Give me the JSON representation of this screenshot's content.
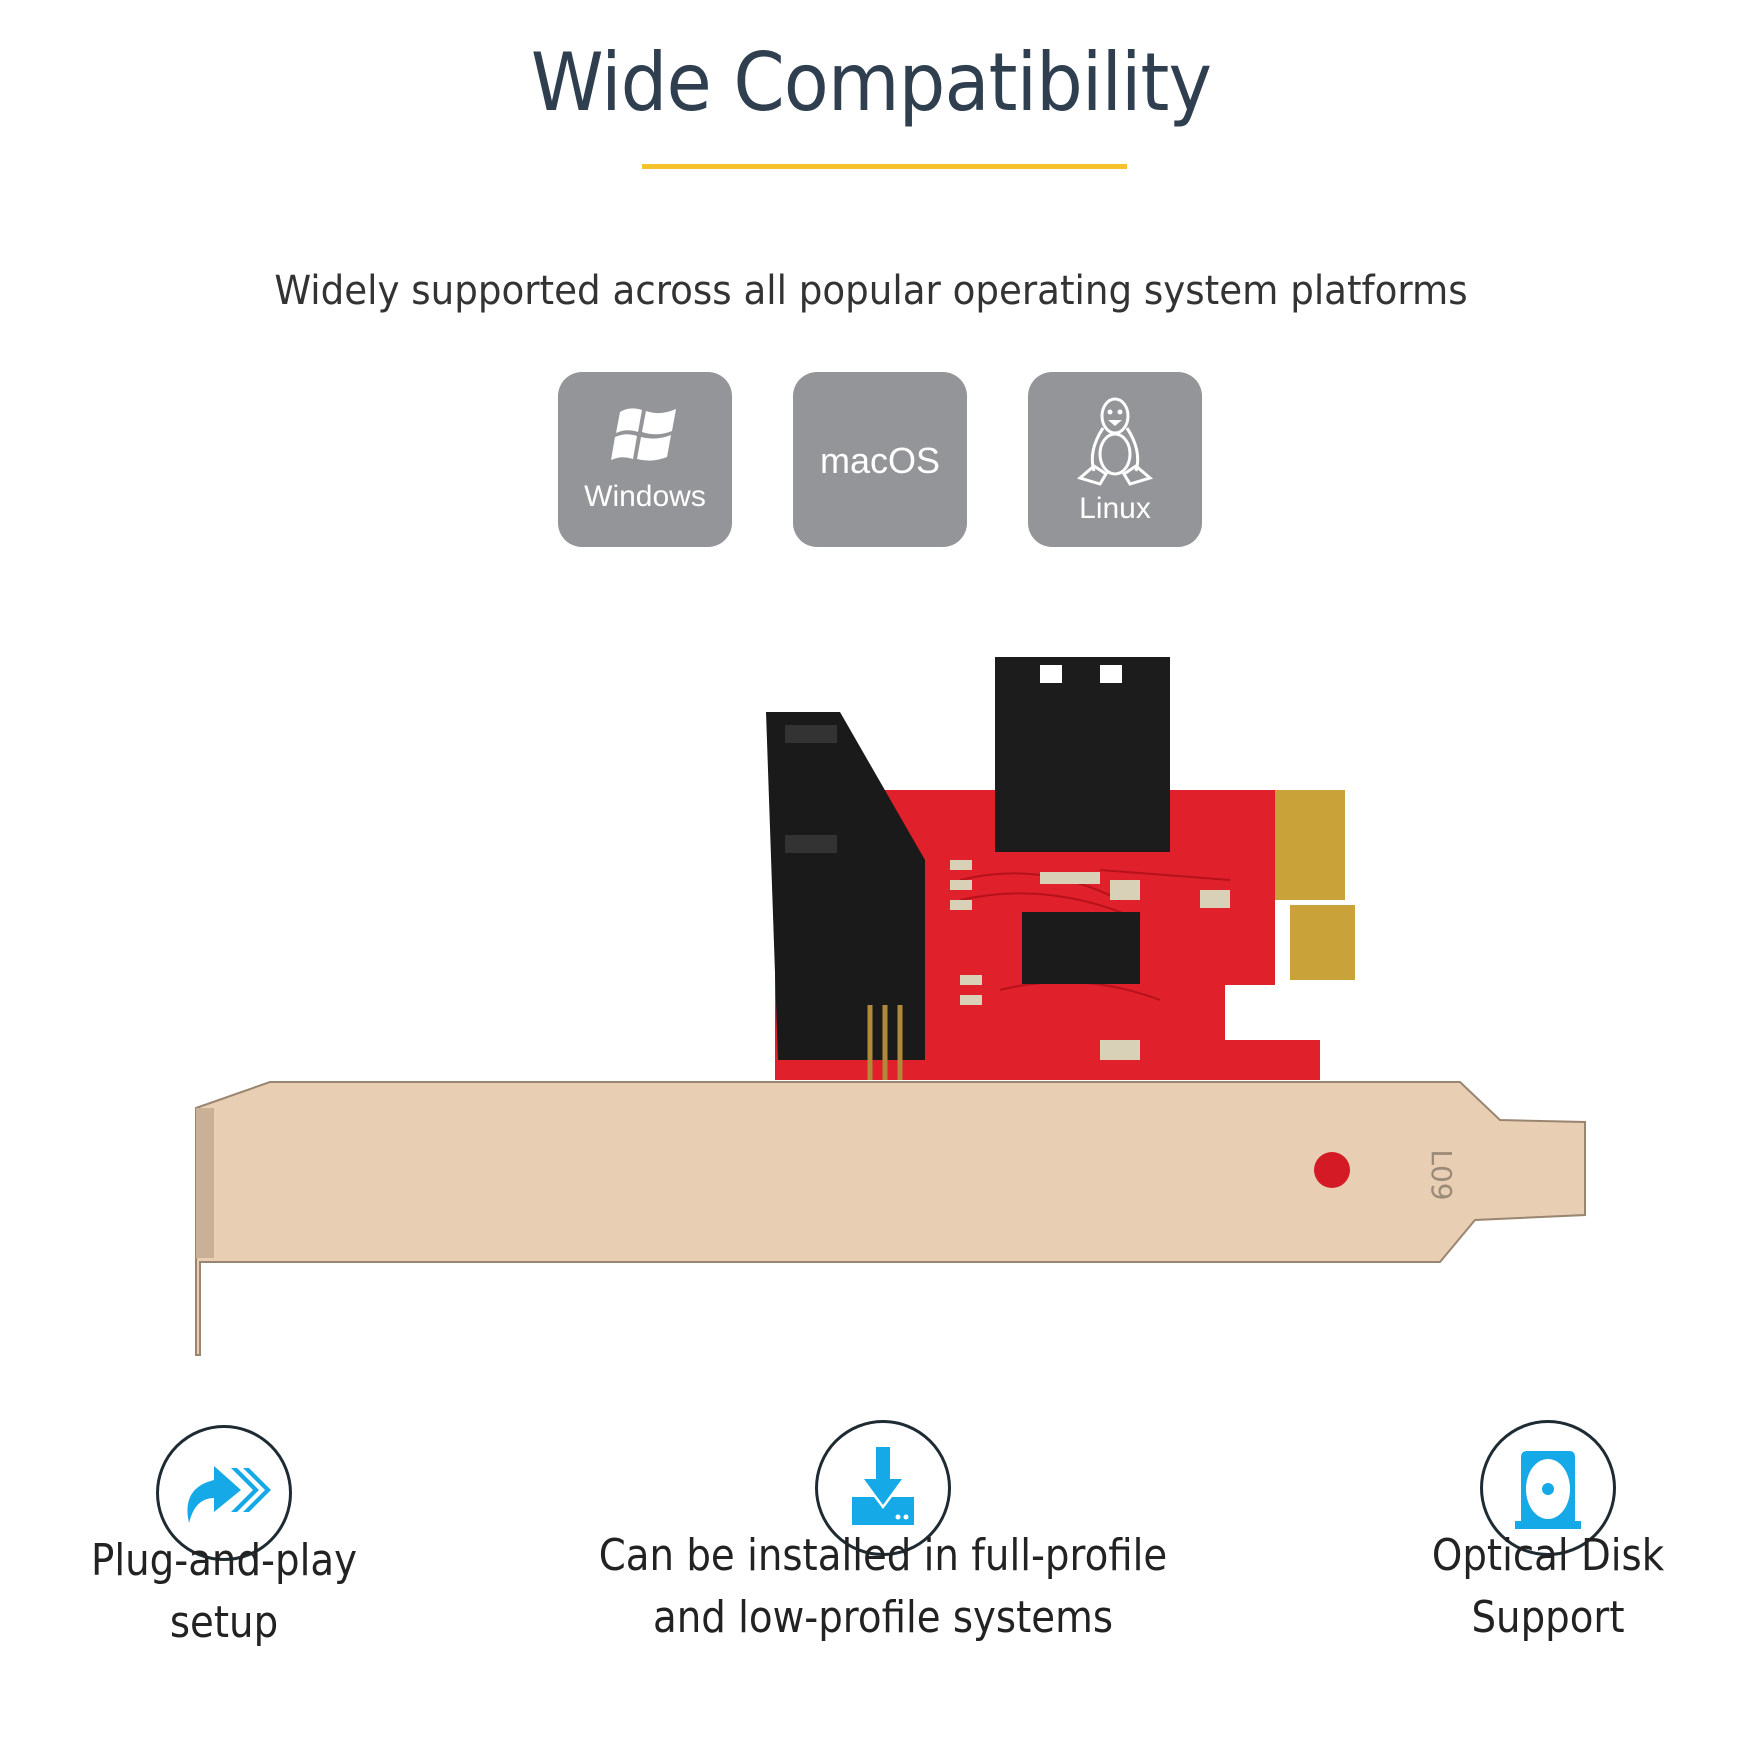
{
  "header": {
    "title": "Wide Compatibility",
    "subtitle": "Widely supported across all popular operating system platforms"
  },
  "os_badges": [
    {
      "label": "Windows",
      "icon": "windows-logo-icon"
    },
    {
      "label": "macOS"
    },
    {
      "label": "Linux",
      "icon": "tux-penguin-icon"
    }
  ],
  "product": {
    "description_icon": "pcie-sata-card-image",
    "bracket_marking": "L09"
  },
  "features": [
    {
      "icon": "plug-and-play-arrow-icon",
      "line1": "Plug-and-play",
      "line2": "setup"
    },
    {
      "icon": "download-install-icon",
      "line1": "Can be installed in full-profile",
      "line2": "and low-profile systems"
    },
    {
      "icon": "optical-disk-icon",
      "line1": "Optical Disk",
      "line2": "Support"
    }
  ],
  "colors": {
    "accent_rule": "#f5c22b",
    "badge": "#939598",
    "icon_blue": "#16a9e8",
    "title": "#2f3f50"
  }
}
